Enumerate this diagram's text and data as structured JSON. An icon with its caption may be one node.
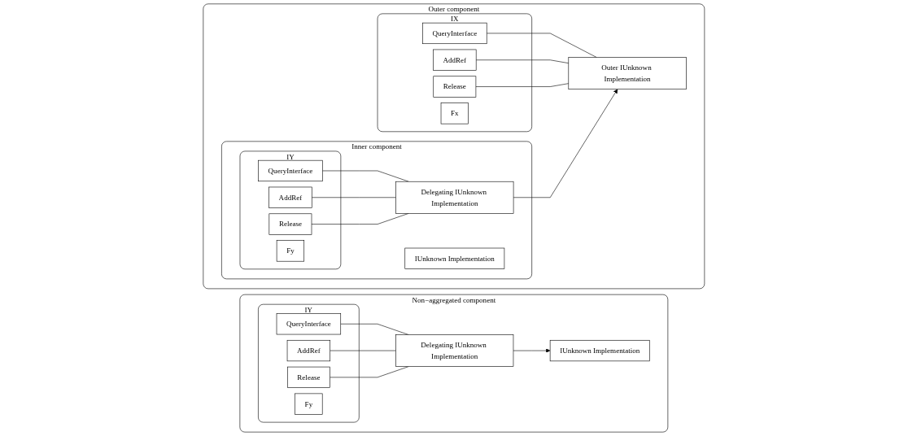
{
  "diagram": {
    "nodes": [
      {
        "text": [
          "Non−aggregated component"
        ]
      },
      {
        "text": [
          "IY"
        ],
        "in": 0
      },
      {
        "text": [
          "QueryInterface"
        ],
        "in": 1
      },
      {
        "text": [
          "AddRef"
        ],
        "in": 1
      },
      {
        "text": [
          "Release"
        ],
        "in": 1
      },
      {
        "text": [
          "Fy"
        ],
        "in": 1
      },
      {
        "text": [
          "Delegating IUnknown Implementation"
        ],
        "in": 0
      },
      {
        "text": [
          "IUnknown Implementation"
        ],
        "in": 0
      },
      {
        "text": [
          "Outer component"
        ]
      },
      {
        "text": [
          "IX"
        ],
        "in": 8
      },
      {
        "text": [
          "QueryInterface"
        ],
        "in": 9
      },
      {
        "text": [
          "AddRef"
        ],
        "in": 9
      },
      {
        "text": [
          "Release"
        ],
        "in": 9
      },
      {
        "text": [
          "Fx"
        ],
        "in": 9
      },
      {
        "text": [
          "Outer IUnknown Implementation"
        ],
        "in": 8
      },
      {
        "text": [
          "Inner component"
        ],
        "in": 8
      },
      {
        "text": [
          "IY"
        ],
        "in": 15
      },
      {
        "text": [
          "QueryInterface"
        ],
        "in": 16
      },
      {
        "text": [
          "AddRef"
        ],
        "in": 16
      },
      {
        "text": [
          "Release"
        ],
        "in": 16
      },
      {
        "text": [
          "Fy"
        ],
        "in": 16
      },
      {
        "text": [
          "Delegating IUnknown Implementation"
        ],
        "in": 15
      },
      {
        "text": [
          "IUnknown Implementation"
        ],
        "in": 15
      }
    ],
    "edges": [
      {
        "from": 2,
        "to": 6,
        "arrow": "none"
      },
      {
        "from": 3,
        "to": 6,
        "arrow": "none"
      },
      {
        "from": 4,
        "to": 6,
        "arrow": "none"
      },
      {
        "from": 6,
        "to": 7,
        "arrow": "to"
      },
      {
        "from": 10,
        "to": 14,
        "arrow": "none"
      },
      {
        "from": 11,
        "to": 14,
        "arrow": "none"
      },
      {
        "from": 12,
        "to": 14,
        "arrow": "none"
      },
      {
        "from": 21,
        "to": 14,
        "arrow": "to"
      },
      {
        "from": 17,
        "to": 21,
        "arrow": "none"
      },
      {
        "from": 18,
        "to": 21,
        "arrow": "none"
      },
      {
        "from": 19,
        "to": 21,
        "arrow": "none"
      }
    ]
  }
}
